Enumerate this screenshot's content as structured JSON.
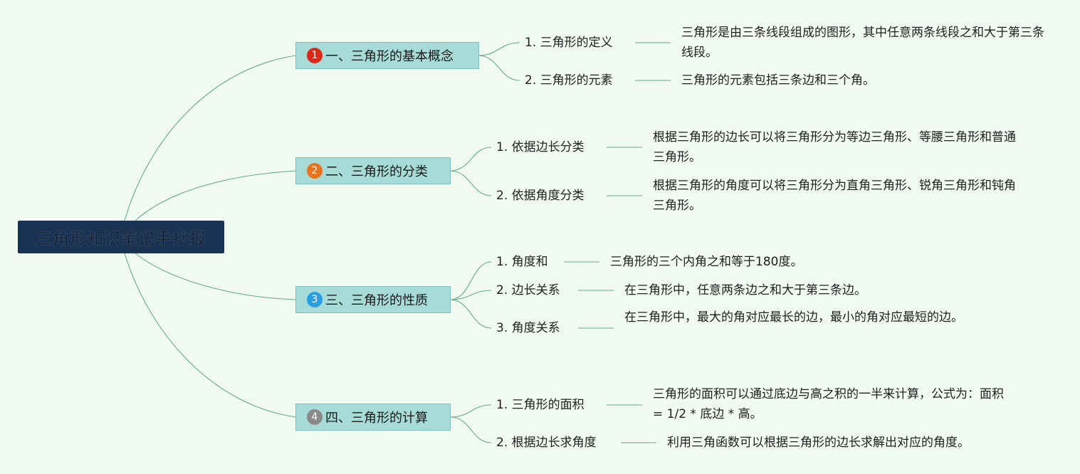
{
  "root": {
    "title": "三角形知识笔记手抄报"
  },
  "colors": {
    "line": "#6aa690",
    "node_bg": "#a6dbd8",
    "root_bg": "#1b3352"
  },
  "branches": [
    {
      "badge": "1",
      "badge_color": "#d9291b",
      "label": "一、三角形的基本概念",
      "children": [
        {
          "label": "1. 三角形的定义",
          "desc": "三角形是由三条线段组成的图形，其中任意两条线段之和大于第三条线段。"
        },
        {
          "label": "2. 三角形的元素",
          "desc": "三角形的元素包括三条边和三个角。"
        }
      ]
    },
    {
      "badge": "2",
      "badge_color": "#e8731f",
      "label": "二、三角形的分类",
      "children": [
        {
          "label": "1. 依据边长分类",
          "desc": "根据三角形的边长可以将三角形分为等边三角形、等腰三角形和普通三角形。"
        },
        {
          "label": "2. 依据角度分类",
          "desc": "根据三角形的角度可以将三角形分为直角三角形、锐角三角形和钝角三角形。"
        }
      ]
    },
    {
      "badge": "3",
      "badge_color": "#2a9fe0",
      "label": "三、三角形的性质",
      "children": [
        {
          "label": "1. 角度和",
          "desc": "三角形的三个内角之和等于180度。"
        },
        {
          "label": "2. 边长关系",
          "desc": "在三角形中，任意两条边之和大于第三条边。"
        },
        {
          "label": "3. 角度关系",
          "desc": "在三角形中，最大的角对应最长的边，最小的角对应最短的边。"
        }
      ]
    },
    {
      "badge": "4",
      "badge_color": "#8a8a8a",
      "label": "四、三角形的计算",
      "children": [
        {
          "label": "1. 三角形的面积",
          "desc": "三角形的面积可以通过底边与高之积的一半来计算，公式为：面积 = 1/2 * 底边 * 高。"
        },
        {
          "label": "2. 根据边长求角度",
          "desc": "利用三角函数可以根据三角形的边长求解出对应的角度。"
        }
      ]
    }
  ]
}
